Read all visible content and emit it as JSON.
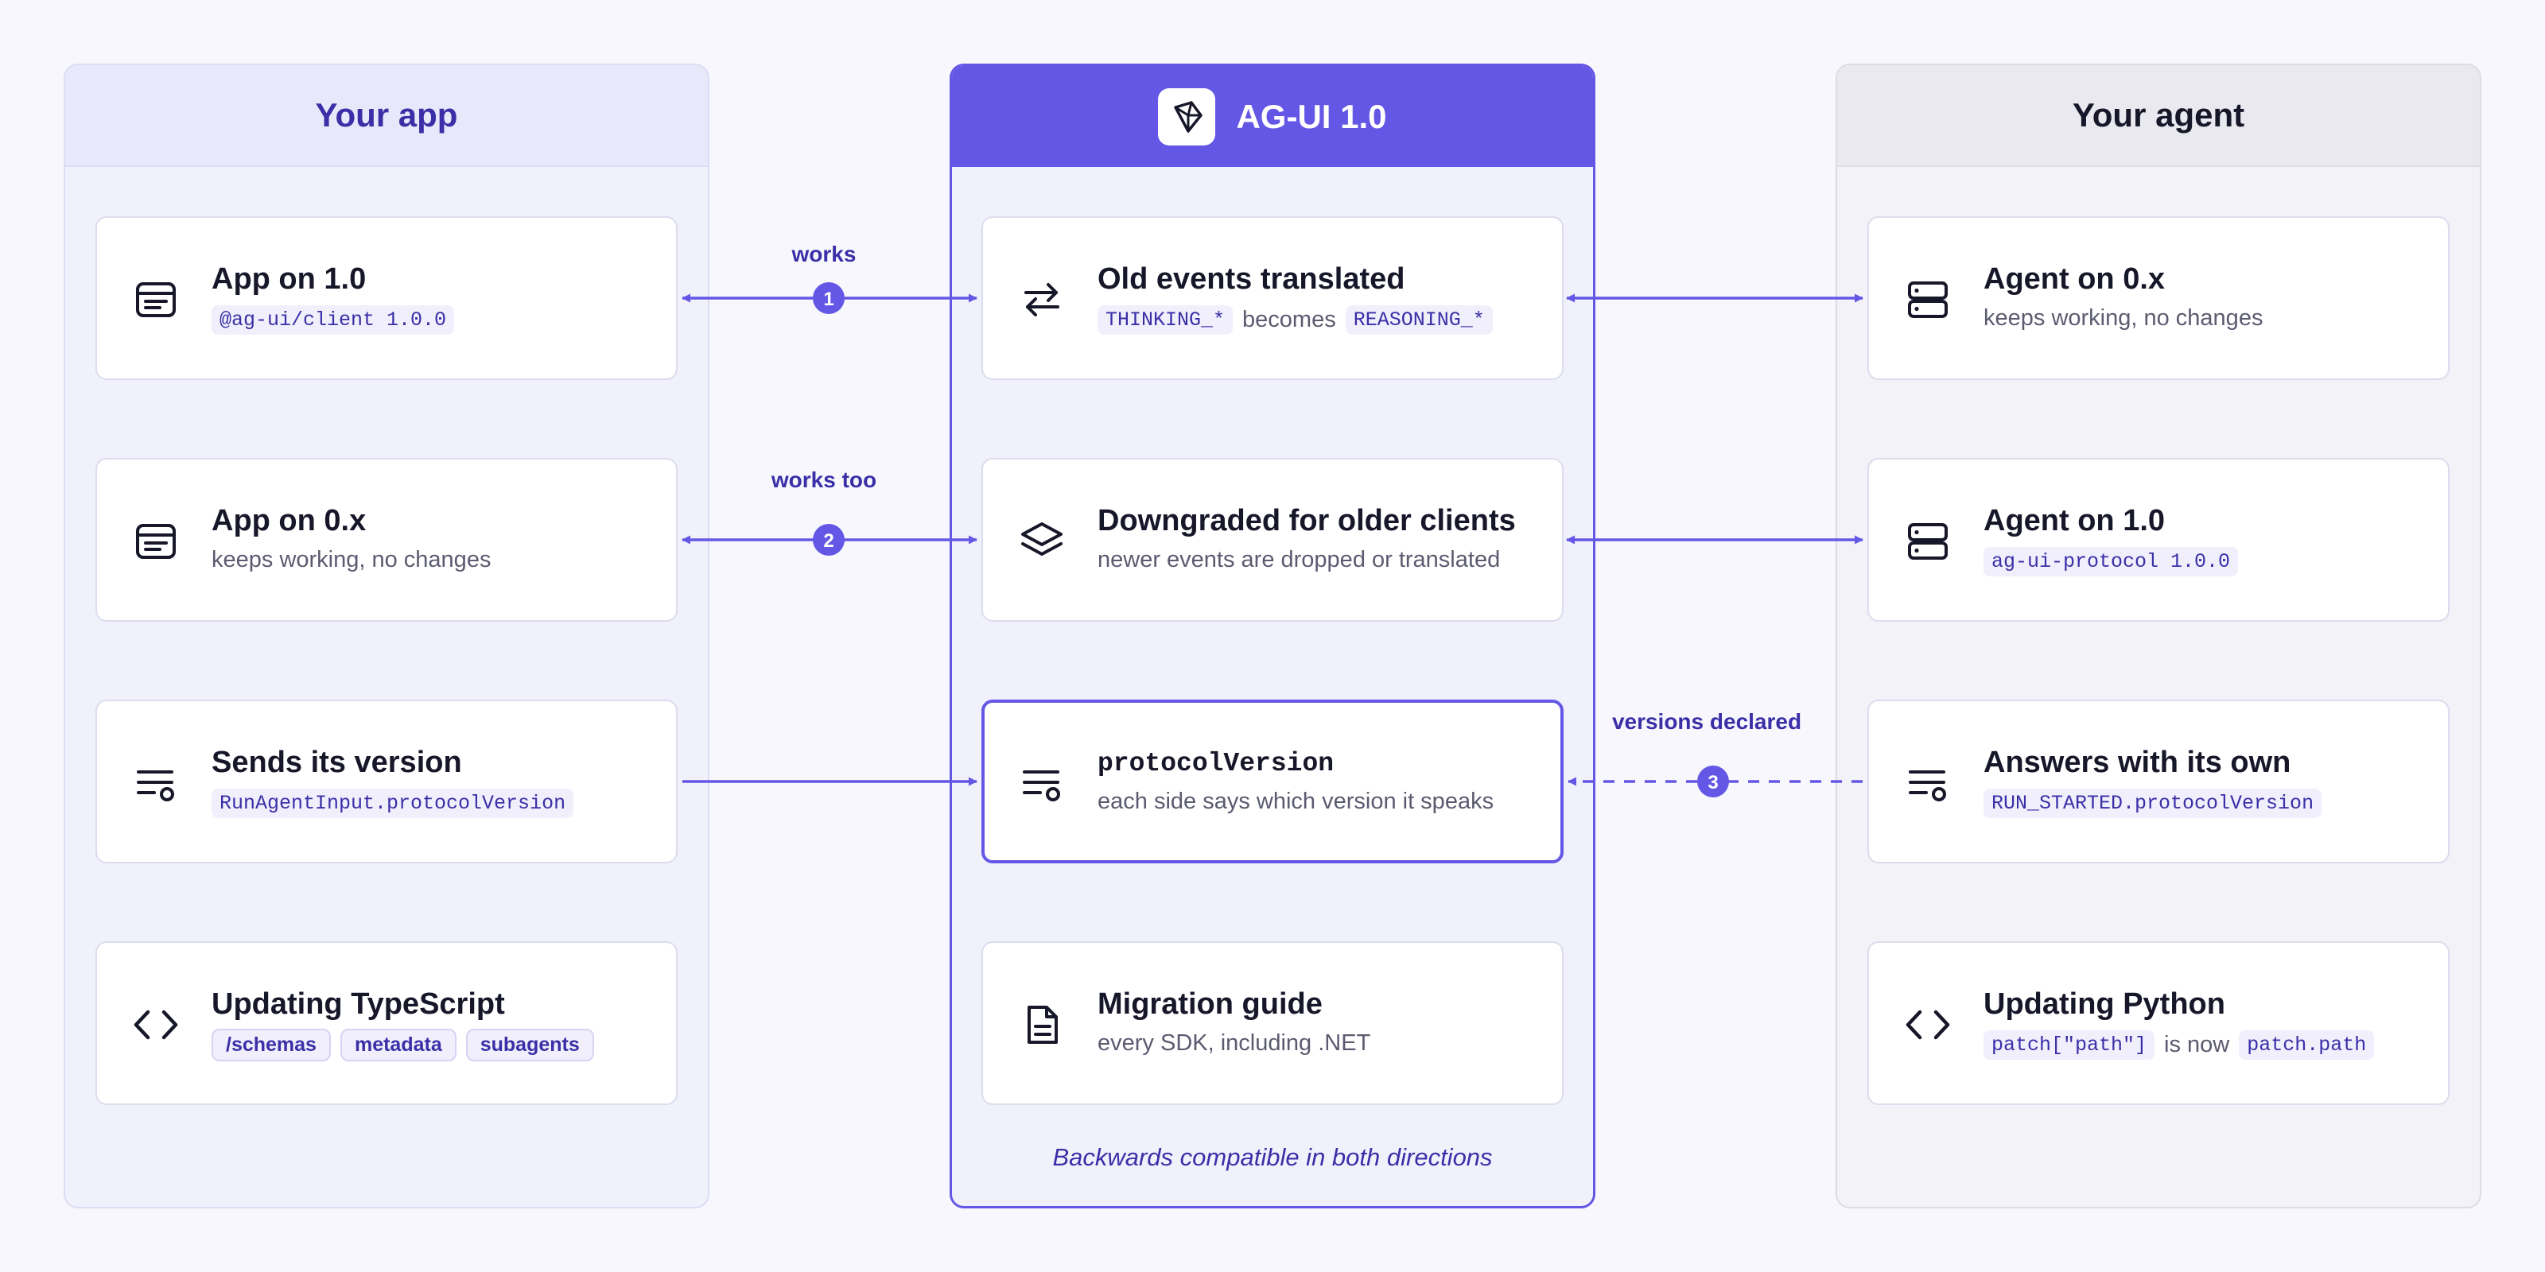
{
  "columns": {
    "left": {
      "title": "Your app"
    },
    "middle": {
      "title": "AG-UI 1.0",
      "footer": "Backwards compatible in both directions"
    },
    "right": {
      "title": "Your agent"
    }
  },
  "left_cards": [
    {
      "icon": "app-window-icon",
      "title": "App on 1.0",
      "code": "@ag-ui/client 1.0.0"
    },
    {
      "icon": "app-window-icon",
      "title": "App on 0.x",
      "text": "keeps working, no changes"
    },
    {
      "icon": "version-list-icon",
      "title": "Sends its version",
      "code": "RunAgentInput.protocolVersion"
    },
    {
      "icon": "code-brackets-icon",
      "title": "Updating TypeScript",
      "tags": [
        "/schemas",
        "metadata",
        "subagents"
      ]
    }
  ],
  "middle_cards": [
    {
      "icon": "swap-arrows-icon",
      "title": "Old events translated",
      "code1": "THINKING_*",
      "joiner": "becomes",
      "code2": "REASONING_*"
    },
    {
      "icon": "layers-icon",
      "title": "Downgraded for older clients",
      "text": "newer events are dropped or translated"
    },
    {
      "icon": "version-list-icon",
      "title": "protocolVersion",
      "text": "each side says which version it speaks"
    },
    {
      "icon": "document-icon",
      "title": "Migration guide",
      "text": "every SDK, including .NET"
    }
  ],
  "right_cards": [
    {
      "icon": "server-icon",
      "title": "Agent on 0.x",
      "text": "keeps working, no changes"
    },
    {
      "icon": "server-icon",
      "title": "Agent on 1.0",
      "code": "ag-ui-protocol 1.0.0"
    },
    {
      "icon": "version-list-icon",
      "title": "Answers with its own",
      "code": "RUN_STARTED.protocolVersion"
    },
    {
      "icon": "code-brackets-icon",
      "title": "Updating Python",
      "code1": "patch[\"path\"]",
      "joiner": "is now",
      "code2": "patch.path"
    }
  ],
  "connectors": {
    "c1": {
      "label": "works",
      "badge": "1"
    },
    "c2": {
      "label": "works too",
      "badge": "2"
    },
    "c3": {
      "label": "versions declared",
      "badge": "3"
    }
  },
  "colors": {
    "accent": "#6457e6",
    "accent_text": "#3b2fa8",
    "background": "#f7f7fd"
  }
}
